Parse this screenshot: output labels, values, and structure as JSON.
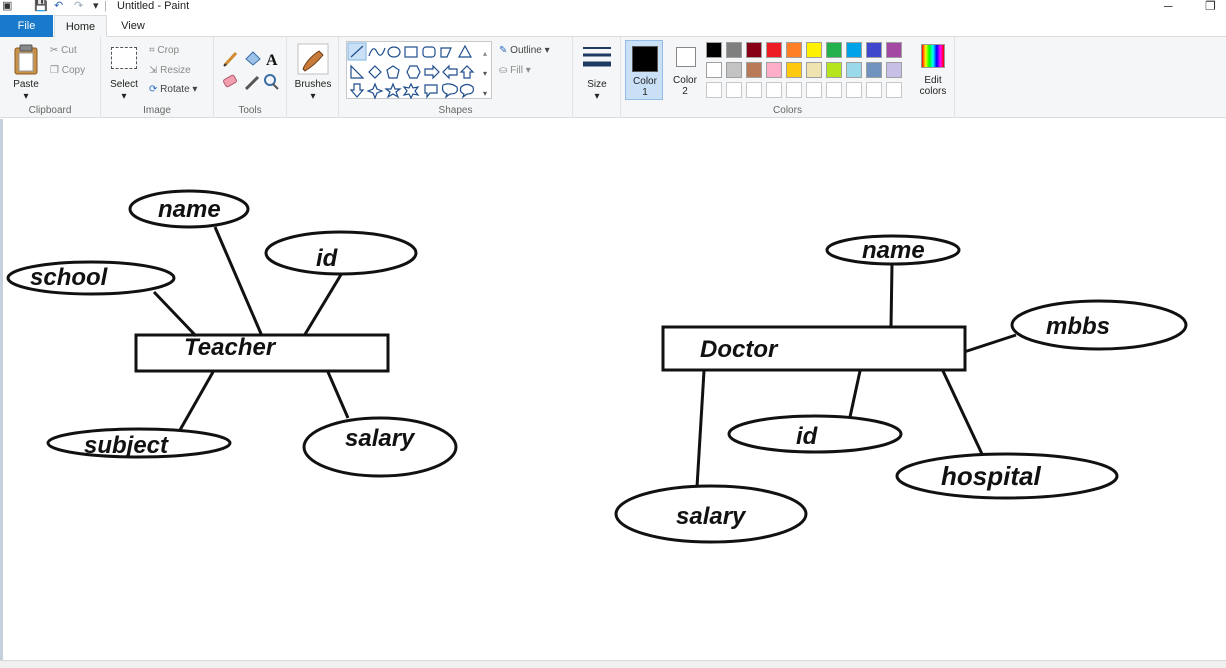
{
  "window": {
    "title": "Untitled - Paint",
    "minimize_glyph": "─",
    "restore_glyph": "❐"
  },
  "menu": {
    "tabs": [
      {
        "label": "File"
      },
      {
        "label": "Home"
      },
      {
        "label": "View"
      }
    ]
  },
  "ribbon": {
    "clipboard": {
      "paste": "Paste",
      "cut": "Cut",
      "copy": "Copy",
      "group": "Clipboard"
    },
    "image": {
      "select": "Select",
      "crop": "Crop",
      "resize": "Resize",
      "rotate": "Rotate",
      "group": "Image"
    },
    "tools": {
      "group": "Tools"
    },
    "brushes": {
      "label": "Brushes"
    },
    "shapes": {
      "outline": "Outline",
      "fill": "Fill",
      "group": "Shapes"
    },
    "size": {
      "label": "Size"
    },
    "colors": {
      "color1_label": "Color",
      "color1_num": "1",
      "color2_label": "Color",
      "color2_num": "2",
      "edit_label": "Edit",
      "edit_label2": "colors",
      "group": "Colors",
      "color1": "#000000",
      "color2": "#ffffff",
      "palette_row1": [
        "#000000",
        "#7f7f7f",
        "#880015",
        "#ed1c24",
        "#ff7f27",
        "#fff200",
        "#22b14c",
        "#00a2e8",
        "#3f48cc",
        "#a349a4"
      ],
      "palette_row2": [
        "#ffffff",
        "#c3c3c3",
        "#b97a57",
        "#ffaec9",
        "#ffc90e",
        "#efe4b0",
        "#b5e61d",
        "#99d9ea",
        "#7092be",
        "#c8bfe7"
      ]
    }
  },
  "diagram": {
    "teacher": {
      "entity": "Teacher",
      "attributes": [
        "name",
        "id",
        "school",
        "subject",
        "salary"
      ]
    },
    "doctor": {
      "entity": "Doctor",
      "attributes": [
        "name",
        "mbbs",
        "id",
        "hospital",
        "salary"
      ]
    }
  }
}
